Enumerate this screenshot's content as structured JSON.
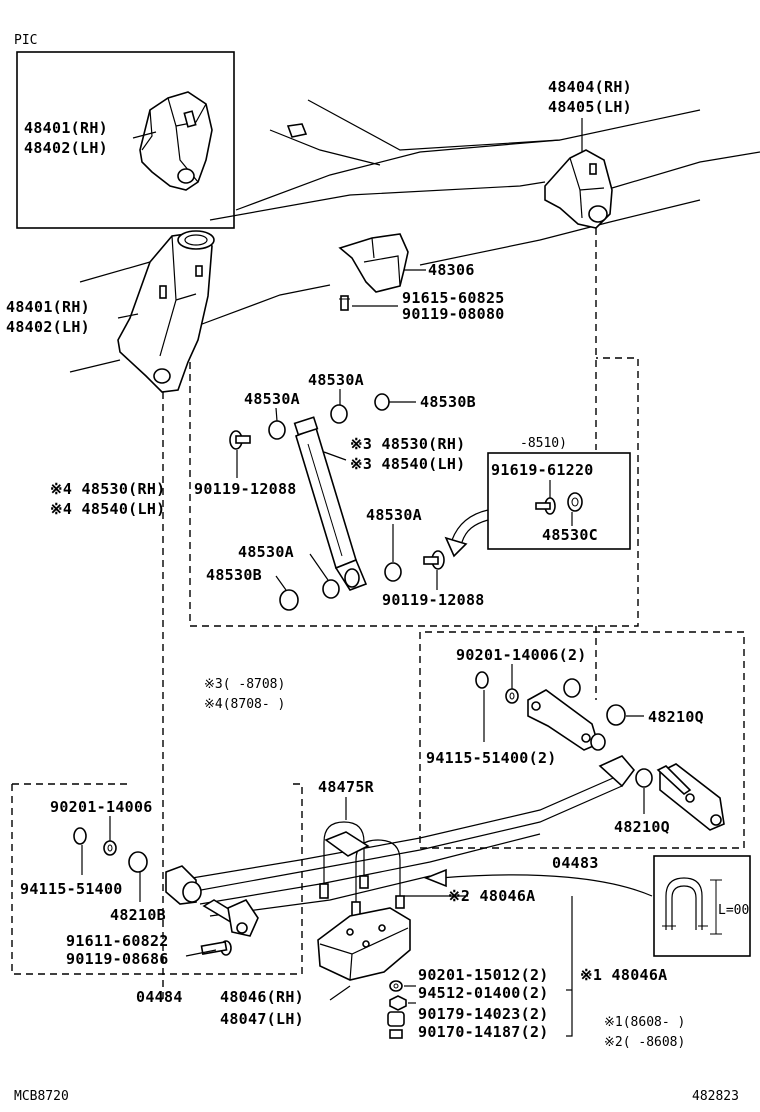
{
  "corner": {
    "pic": "PIC",
    "code_left": "MCB8720",
    "code_right": "482823"
  },
  "inset_bracket": {
    "line1": "48401(RH)",
    "line2": "48402(LH)"
  },
  "rear_bracket": {
    "line1": "48404(RH)",
    "line2": "48405(LH)"
  },
  "front_bracket": {
    "line1": "48401(RH)",
    "line2": "48402(LH)"
  },
  "bump_stopper": "48306",
  "stopper_bolts": {
    "line1": "91615-60825",
    "line2": "90119-08080"
  },
  "shock": {
    "a_top": "48530A",
    "a_left": "48530A",
    "b_top": "48530B",
    "rh": "※3 48530(RH)",
    "lh": "※3 48540(LH)",
    "date": "-8510)",
    "bolt_left": "90119-12088",
    "a_mid": "48530A",
    "a_low": "48530A",
    "b_low": "48530B",
    "bolt_low": "90119-12088",
    "detail_bolt": "91619-61220",
    "c": "48530C"
  },
  "shock_alt": {
    "rh": "※4 48530(RH)",
    "lh": "※4 48540(LH)"
  },
  "notes_mid": {
    "n3": "※3(      -8708)",
    "n4": "※4(8708-      )"
  },
  "shackle": {
    "bolt": "90201-14006(2)",
    "nut": "94115-51400(2)",
    "bush_top": "48210Q",
    "bush_low": "48210Q",
    "group": "04483"
  },
  "front_pin": {
    "washer": "90201-14006",
    "nut": "94115-51400",
    "bush": "48210B",
    "bolt1": "91611-60822",
    "bolt2": "90119-08686",
    "group": "04484"
  },
  "ubolt": {
    "r": "48475R",
    "a2": "※2 48046A",
    "a1": "※1 48046A",
    "dim": "L=00"
  },
  "seat": {
    "rh": "48046(RH)",
    "lh": "48047(LH)"
  },
  "fasteners": {
    "f1": "90201-15012(2)",
    "f2": "94512-01400(2)",
    "f3": "90179-14023(2)",
    "f4": "90170-14187(2)"
  },
  "notes_bottom": {
    "n1": "※1(8608-      )",
    "n2": "※2(      -8608)"
  }
}
